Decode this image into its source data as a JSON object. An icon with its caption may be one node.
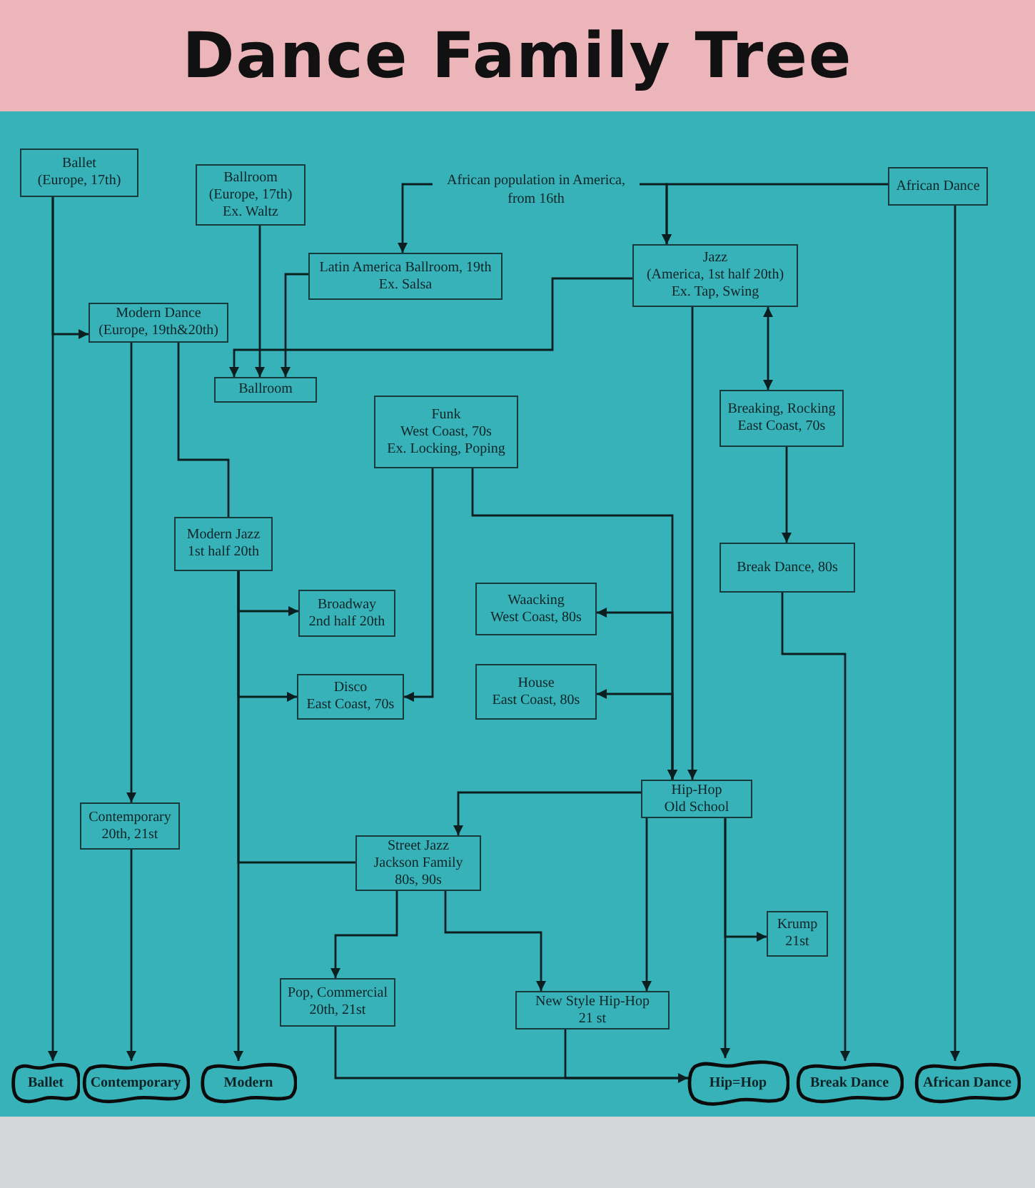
{
  "diagram": {
    "title": "Dance Family Tree",
    "nodes": [
      {
        "text": [
          "Ballet",
          "(Europe, 17th)"
        ]
      },
      {
        "text": [
          "Ballroom",
          "(Europe, 17th)",
          "Ex. Waltz"
        ]
      },
      {
        "text": [
          "African population in America, from 16th"
        ]
      },
      {
        "text": [
          "African Dance"
        ]
      },
      {
        "text": [
          "Latin America Ballroom, 19th",
          "Ex. Salsa"
        ]
      },
      {
        "text": [
          "Jazz",
          "(America, 1st half 20th)",
          "Ex. Tap, Swing"
        ]
      },
      {
        "text": [
          "Modern Dance",
          "(Europe, 19th&20th)"
        ]
      },
      {
        "text": [
          "Ballroom"
        ]
      },
      {
        "text": [
          "Funk",
          "West Coast, 70s",
          "Ex. Locking, Poping"
        ]
      },
      {
        "text": [
          "Breaking, Rocking",
          "East Coast, 70s"
        ]
      },
      {
        "text": [
          "Modern Jazz",
          "1st half 20th"
        ]
      },
      {
        "text": [
          "Break Dance, 80s"
        ]
      },
      {
        "text": [
          "Broadway",
          "2nd half 20th"
        ]
      },
      {
        "text": [
          "Waacking",
          "West Coast, 80s"
        ]
      },
      {
        "text": [
          "Disco",
          "East Coast, 70s"
        ]
      },
      {
        "text": [
          "House",
          "East Coast, 80s"
        ]
      },
      {
        "text": [
          "Hip-Hop",
          "Old School"
        ]
      },
      {
        "text": [
          "Contemporary",
          "20th, 21st"
        ]
      },
      {
        "text": [
          "Street Jazz",
          "Jackson Family",
          "80s, 90s"
        ]
      },
      {
        "text": [
          "Krump",
          "21st"
        ]
      },
      {
        "text": [
          "Pop, Commercial",
          "20th, 21st"
        ]
      },
      {
        "text": [
          "New Style Hip-Hop",
          "21 st"
        ]
      },
      {
        "text": [
          "Ballet"
        ]
      },
      {
        "text": [
          "Contemporary"
        ]
      },
      {
        "text": [
          "Modern"
        ]
      },
      {
        "text": [
          "Hip=Hop"
        ]
      },
      {
        "text": [
          "Break Dance"
        ]
      },
      {
        "text": [
          "African Dance"
        ]
      }
    ],
    "edges": [
      {
        "from": 0,
        "to": 22,
        "arrow": "to"
      },
      {
        "from": 0,
        "to": 6,
        "arrow": "to"
      },
      {
        "from": 1,
        "to": 7,
        "arrow": "to"
      },
      {
        "from": 4,
        "to": 7,
        "arrow": "to"
      },
      {
        "from": 5,
        "to": 7,
        "arrow": "to"
      },
      {
        "from": 2,
        "to": 4,
        "arrow": "to"
      },
      {
        "from": 2,
        "to": 5,
        "arrow": "to"
      },
      {
        "from": 3,
        "to": 5,
        "arrow": "to"
      },
      {
        "from": 3,
        "to": 27,
        "arrow": "to"
      },
      {
        "from": 6,
        "to": 17,
        "arrow": "to"
      },
      {
        "from": 6,
        "to": 10,
        "arrow": "none"
      },
      {
        "from": 17,
        "to": 23,
        "arrow": "to"
      },
      {
        "from": 10,
        "to": 24,
        "arrow": "to"
      },
      {
        "from": 10,
        "to": 12,
        "arrow": "to"
      },
      {
        "from": 10,
        "to": 14,
        "arrow": "to"
      },
      {
        "from": 10,
        "to": 18,
        "arrow": "none"
      },
      {
        "from": 8,
        "to": 14,
        "arrow": "to"
      },
      {
        "from": 8,
        "to": 16,
        "arrow": "to"
      },
      {
        "from": 13,
        "to": 16,
        "arrow": "both"
      },
      {
        "from": 15,
        "to": 16,
        "arrow": "both"
      },
      {
        "from": 5,
        "to": 16,
        "arrow": "to"
      },
      {
        "from": 5,
        "to": 9,
        "arrow": "both"
      },
      {
        "from": 9,
        "to": 11,
        "arrow": "to"
      },
      {
        "from": 11,
        "to": 26,
        "arrow": "to"
      },
      {
        "from": 16,
        "to": 18,
        "arrow": "to"
      },
      {
        "from": 16,
        "to": 21,
        "arrow": "to"
      },
      {
        "from": 16,
        "to": 25,
        "arrow": "to"
      },
      {
        "from": 16,
        "to": 19,
        "arrow": "to"
      },
      {
        "from": 18,
        "to": 20,
        "arrow": "to"
      },
      {
        "from": 18,
        "to": 21,
        "arrow": "to"
      },
      {
        "from": 20,
        "to": 25,
        "arrow": "none"
      },
      {
        "from": 21,
        "to": 25,
        "arrow": "to"
      }
    ]
  }
}
